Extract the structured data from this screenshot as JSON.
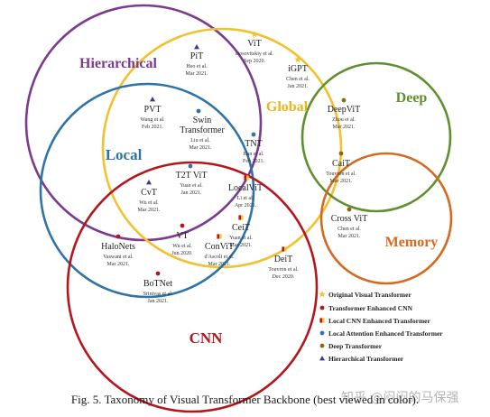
{
  "figure": {
    "caption": "Fig. 5.  Taxonomy of Visual Transformer Backbone (best viewed in color).",
    "watermark": "知乎 @闷闷的马保强"
  },
  "groups": [
    {
      "key": "hierarchical",
      "label": "Hierarchical",
      "color": "#7b3b8e"
    },
    {
      "key": "global",
      "label": "Global",
      "color": "#f2c12e"
    },
    {
      "key": "local",
      "label": "Local",
      "color": "#2f73a8"
    },
    {
      "key": "deep",
      "label": "Deep",
      "color": "#5f8f2f"
    },
    {
      "key": "memory",
      "label": "Memory",
      "color": "#d46a1f"
    },
    {
      "key": "cnn",
      "label": "CNN",
      "color": "#b4161b"
    }
  ],
  "legend": [
    {
      "icon": "star-icon",
      "color": "#f2c12e",
      "label": "Original Visual Transformer"
    },
    {
      "icon": "dot-icon",
      "color": "#b4161b",
      "label": "Transformer Enhanced CNN"
    },
    {
      "icon": "split-square-icon",
      "color": "#b4161b",
      "color2": "#f2c12e",
      "label": "Local CNN Enhanced Transformer"
    },
    {
      "icon": "dot-icon",
      "color": "#2f73a8",
      "label": "Local Attention Enhanced Transformer"
    },
    {
      "icon": "dot-icon",
      "color": "#8b6914",
      "label": "Deep Transformer"
    },
    {
      "icon": "triangle-icon",
      "color": "#3a3a8e",
      "label": "Hierarchical Transformer"
    }
  ],
  "models": [
    {
      "key": "pit",
      "name": "PiT",
      "author": "Heo et al.",
      "date": "Mar 2021.",
      "icon": "triangle-icon",
      "color": "#3a3a8e"
    },
    {
      "key": "vit",
      "name": "ViT",
      "author": "Dosovitskiy et al.",
      "date": "Sep 2020.",
      "icon": "star-icon",
      "color": "#f2c12e"
    },
    {
      "key": "igpt",
      "name": "iGPT",
      "author": "Chen et al.",
      "date": "Jan 2021.",
      "icon": "star-icon",
      "color": "#f2c12e"
    },
    {
      "key": "pvt",
      "name": "PVT",
      "author": "Wang et al.",
      "date": "Feb 2021.",
      "icon": "triangle-icon",
      "color": "#3a3a8e"
    },
    {
      "key": "swin",
      "name": "Swin",
      "name2": "Transformer",
      "author": "Liu et al.",
      "date": "Mar 2021.",
      "icon": "dot-icon",
      "color": "#2f73a8"
    },
    {
      "key": "tnt",
      "name": "TNT",
      "author": "Han et al.",
      "date": "Feb 2021.",
      "icon": "dot-icon",
      "color": "#2f73a8"
    },
    {
      "key": "deepvit",
      "name": "DeepViT",
      "author": "Zhou et al.",
      "date": "Mar 2021.",
      "icon": "dot-icon",
      "color": "#8b6914"
    },
    {
      "key": "cait",
      "name": "CaiT",
      "author": "Touvron et al.",
      "date": "Mar 2021.",
      "icon": "dot-icon",
      "color": "#8b6914"
    },
    {
      "key": "crossvit",
      "name": "Cross ViT",
      "author": "Chen et al.",
      "date": "Mar 2021.",
      "icon": "dot-icon",
      "color": "#8b6914"
    },
    {
      "key": "t2tvit",
      "name": "T2T ViT",
      "author": "Yuan et al.",
      "date": "Jan 2021.",
      "icon": "dot-icon",
      "color": "#2f73a8"
    },
    {
      "key": "cvt",
      "name": "CvT",
      "author": "Wu et al.",
      "date": "Mar 2021.",
      "icon": "triangle-icon",
      "color": "#3a3a8e"
    },
    {
      "key": "localvit",
      "name": "LocalViT",
      "author": "Li et al.",
      "date": "Apr 2021.",
      "icon": "split-square-icon",
      "color": "#b4161b",
      "color2": "#f2c12e"
    },
    {
      "key": "ceit",
      "name": "CeiT",
      "author": "Yuan et al.",
      "date": "Mar 2021.",
      "icon": "split-square-icon",
      "color": "#b4161b",
      "color2": "#f2c12e"
    },
    {
      "key": "halonets",
      "name": "HaloNets",
      "author": "Vaswani et al.",
      "date": "Mar 2021.",
      "icon": "dot-icon",
      "color": "#b4161b"
    },
    {
      "key": "vt",
      "name": "VT",
      "author": "Wu et al.",
      "date": "Jun 2020.",
      "icon": "dot-icon",
      "color": "#b4161b"
    },
    {
      "key": "convit",
      "name": "ConViT",
      "author": "d'Ascoli et al.",
      "date": "Mar 2021.",
      "icon": "split-square-icon",
      "color": "#b4161b",
      "color2": "#f2c12e"
    },
    {
      "key": "deit",
      "name": "DeiT",
      "author": "Touvron et al.",
      "date": "Dec 2020.",
      "icon": "split-square-icon",
      "color": "#b4161b",
      "color2": "#f2c12e"
    },
    {
      "key": "botnet",
      "name": "BoTNet",
      "author": "Srinivas et al.",
      "date": "Jan 2021.",
      "icon": "dot-icon",
      "color": "#b4161b"
    }
  ]
}
